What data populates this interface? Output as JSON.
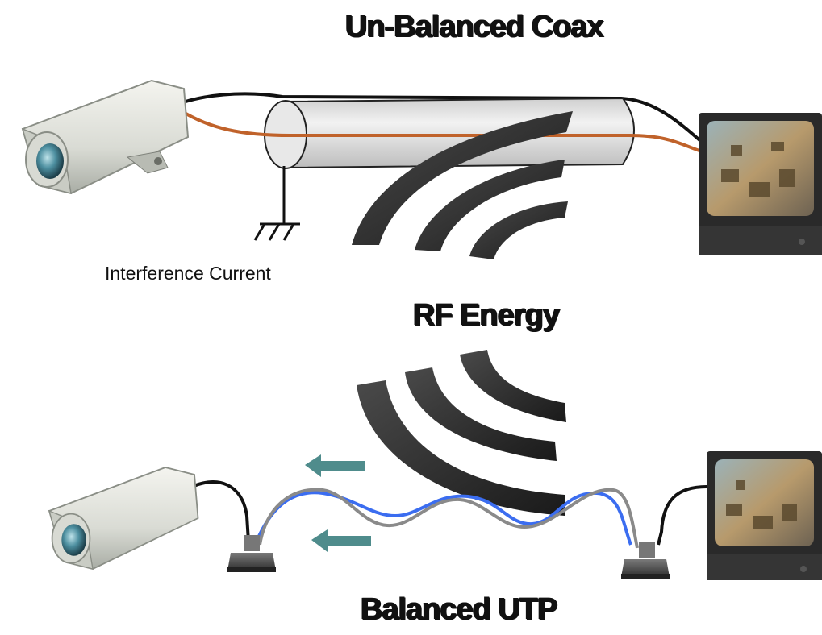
{
  "titles": {
    "top": "Un-Balanced Coax",
    "middle": "RF Energy",
    "bottom": "Balanced UTP"
  },
  "labels": {
    "interference": "Interference Current"
  },
  "colors": {
    "coax_inner_wire": "#c0622a",
    "utp_pair_blue": "#3b6df0",
    "utp_pair_gray": "#8a8a8a",
    "arrows": "#4f8c8c",
    "rf_arcs": "#2b2b2b"
  },
  "icons": {
    "camera": "security-camera-icon",
    "monitor": "crt-monitor-icon",
    "ground": "ground-symbol-icon",
    "balun": "balun-connector-icon"
  }
}
